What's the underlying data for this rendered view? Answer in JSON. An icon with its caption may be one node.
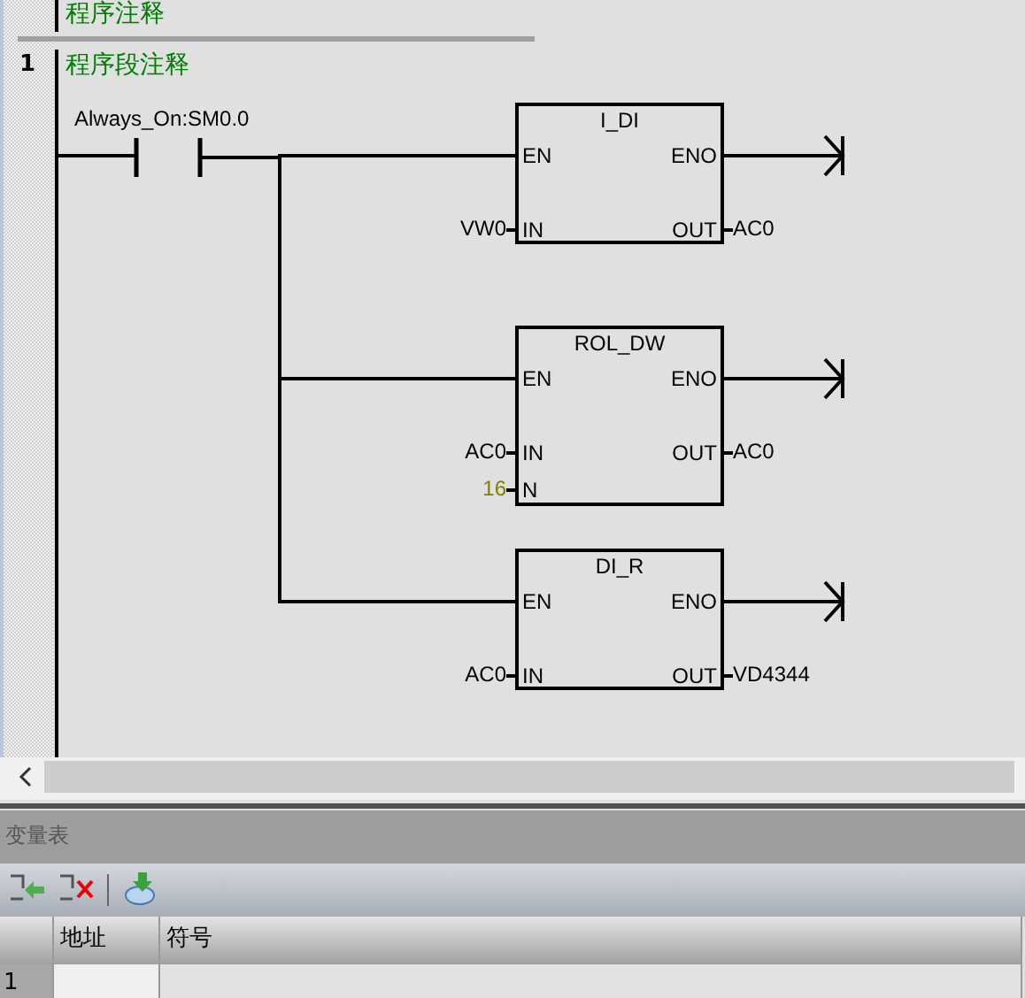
{
  "diagram": {
    "nodes": [
      {
        "text": [],
        "shape": "contact",
        "beside": [
          "Always_On:SM0.0"
        ]
      },
      {
        "text": [
          "I_DI",
          "EN",
          "ENO",
          "IN",
          "OUT"
        ],
        "beside": [
          "VW0",
          "AC0"
        ]
      },
      {
        "text": [
          "ROL_DW",
          "EN",
          "ENO",
          "IN",
          "OUT",
          "N"
        ],
        "beside": [
          "AC0",
          "AC0",
          "16"
        ]
      },
      {
        "text": [
          "DI_R",
          "EN",
          "ENO",
          "IN",
          "OUT"
        ],
        "beside": [
          "AC0",
          "VD4344"
        ]
      }
    ],
    "edges": [
      {
        "from": 0,
        "to": 1,
        "arrow": "none"
      },
      {
        "from": 0,
        "to": 2,
        "arrow": "none"
      },
      {
        "from": 0,
        "to": 3,
        "arrow": "none"
      },
      {
        "from": 1,
        "to": null,
        "arrow": "to"
      },
      {
        "from": 2,
        "to": null,
        "arrow": "to"
      },
      {
        "from": 3,
        "to": null,
        "arrow": "to"
      }
    ],
    "labels": [
      "程序注释",
      "1",
      "程序段注释",
      "变量表",
      "地址",
      "符号",
      "1"
    ]
  }
}
